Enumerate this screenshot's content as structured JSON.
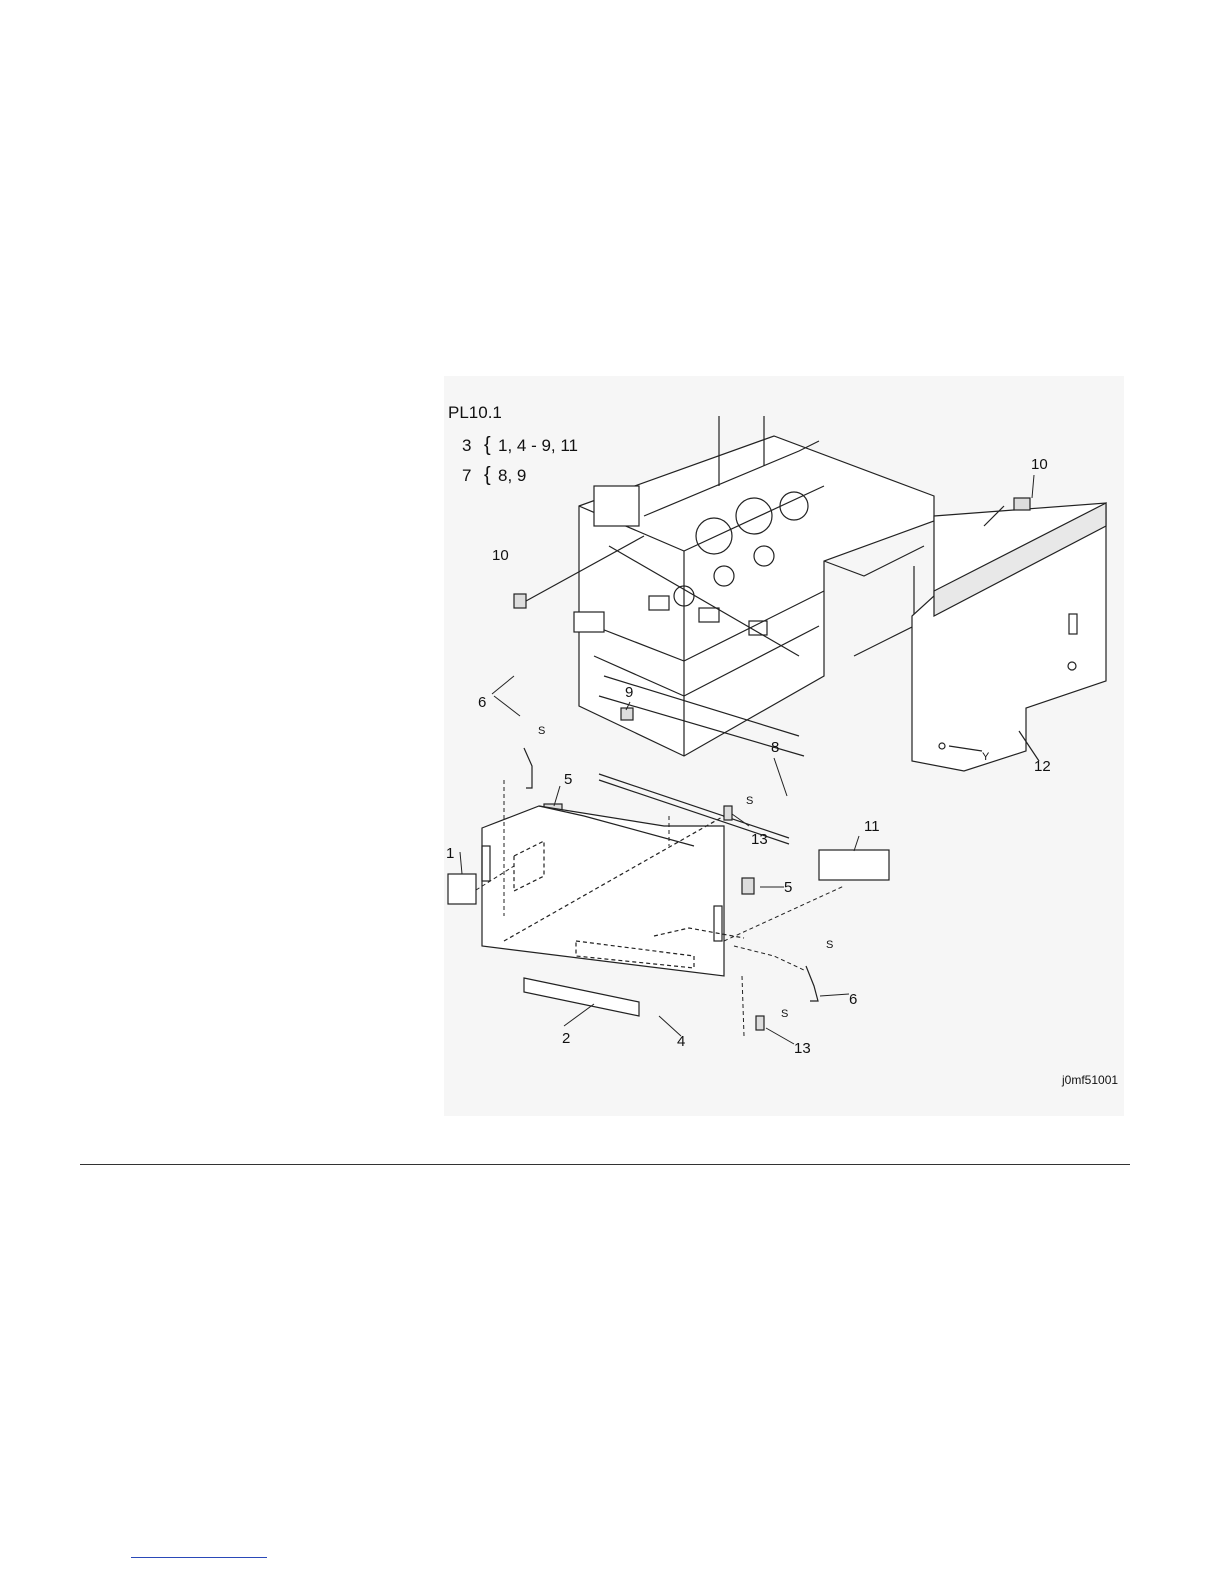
{
  "figure": {
    "id": "j0mf51001",
    "title": "PL10.1",
    "legend": [
      {
        "part": "3",
        "brace": "{",
        "members": "1, 4 - 9, 11"
      },
      {
        "part": "7",
        "brace": "{",
        "members": "8, 9"
      }
    ],
    "callouts": {
      "p1": "1",
      "p2": "2",
      "p4": "4",
      "p5a": "5",
      "p5b": "5",
      "p6a": "6",
      "p6b": "6",
      "p8": "8",
      "p9": "9",
      "p10a": "10",
      "p10b": "10",
      "p11": "11",
      "p12": "12",
      "p13a": "13",
      "p13b": "13",
      "s1": "S",
      "s2": "S",
      "s3": "S",
      "s4": "S",
      "y": "Y"
    }
  }
}
